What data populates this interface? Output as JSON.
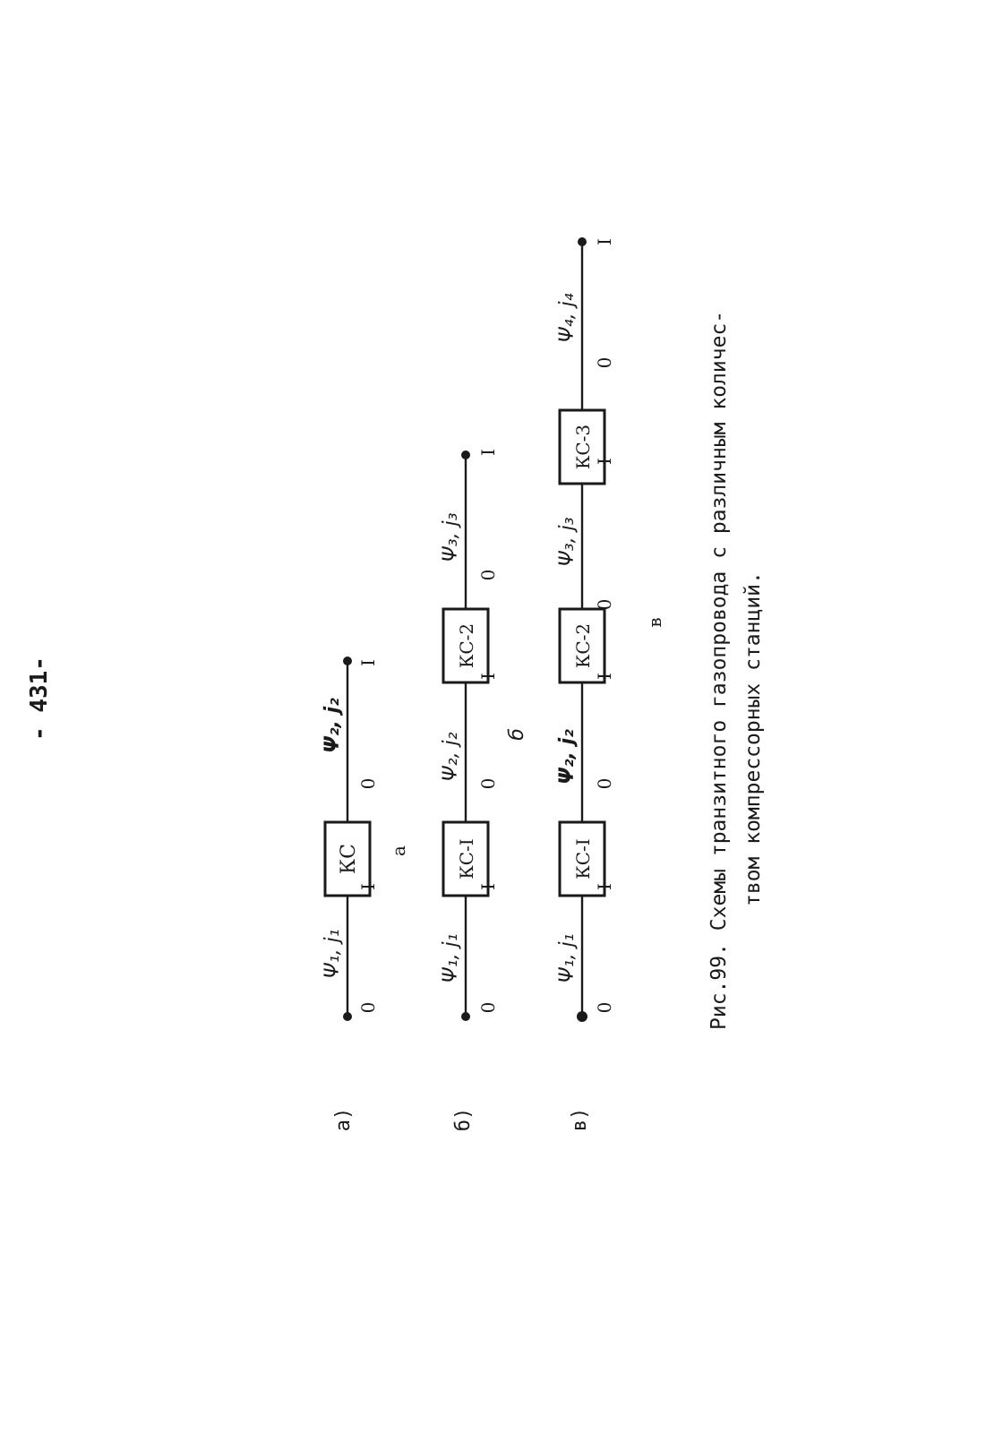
{
  "page_number": "- 431-",
  "figure": {
    "caption_line1": "Рис.99. Схемы транзитного газопровода с различным количес-",
    "caption_line2": "твом компрессорных станций.",
    "rows": [
      {
        "row_label": "а)",
        "sublabel": "а",
        "node_start": "0",
        "node_end": "I",
        "stations": [
          {
            "name": "КС",
            "in_label": "I",
            "out_label": "0"
          }
        ],
        "segments": [
          "Ψ₁, j̇₁",
          "Ψ₂, j̇₂"
        ]
      },
      {
        "row_label": "б)",
        "sublabel": "б",
        "node_start": "0",
        "node_end": "I",
        "stations": [
          {
            "name": "КС-I",
            "in_label": "I",
            "out_label": "0"
          },
          {
            "name": "КС-2",
            "in_label": "I",
            "out_label": "0"
          }
        ],
        "segments": [
          "Ψ₁, j̇₁",
          "Ψ₂, j̇₂",
          "Ψ₃, j̇₃"
        ]
      },
      {
        "row_label": "в)",
        "sublabel": "в",
        "node_start": "0",
        "node_end": "I",
        "stations": [
          {
            "name": "КС-I",
            "in_label": "I",
            "out_label": "0"
          },
          {
            "name": "КС-2",
            "in_label": "I",
            "out_label": "0"
          },
          {
            "name": "КС-3",
            "in_label": "I",
            "out_label": "0"
          }
        ],
        "segments": [
          "Ψ₁, j̇₁",
          "Ψ₂, j̇₂",
          "Ψ₃, j̇₃",
          "Ψ₄, j̇₄"
        ]
      }
    ]
  }
}
